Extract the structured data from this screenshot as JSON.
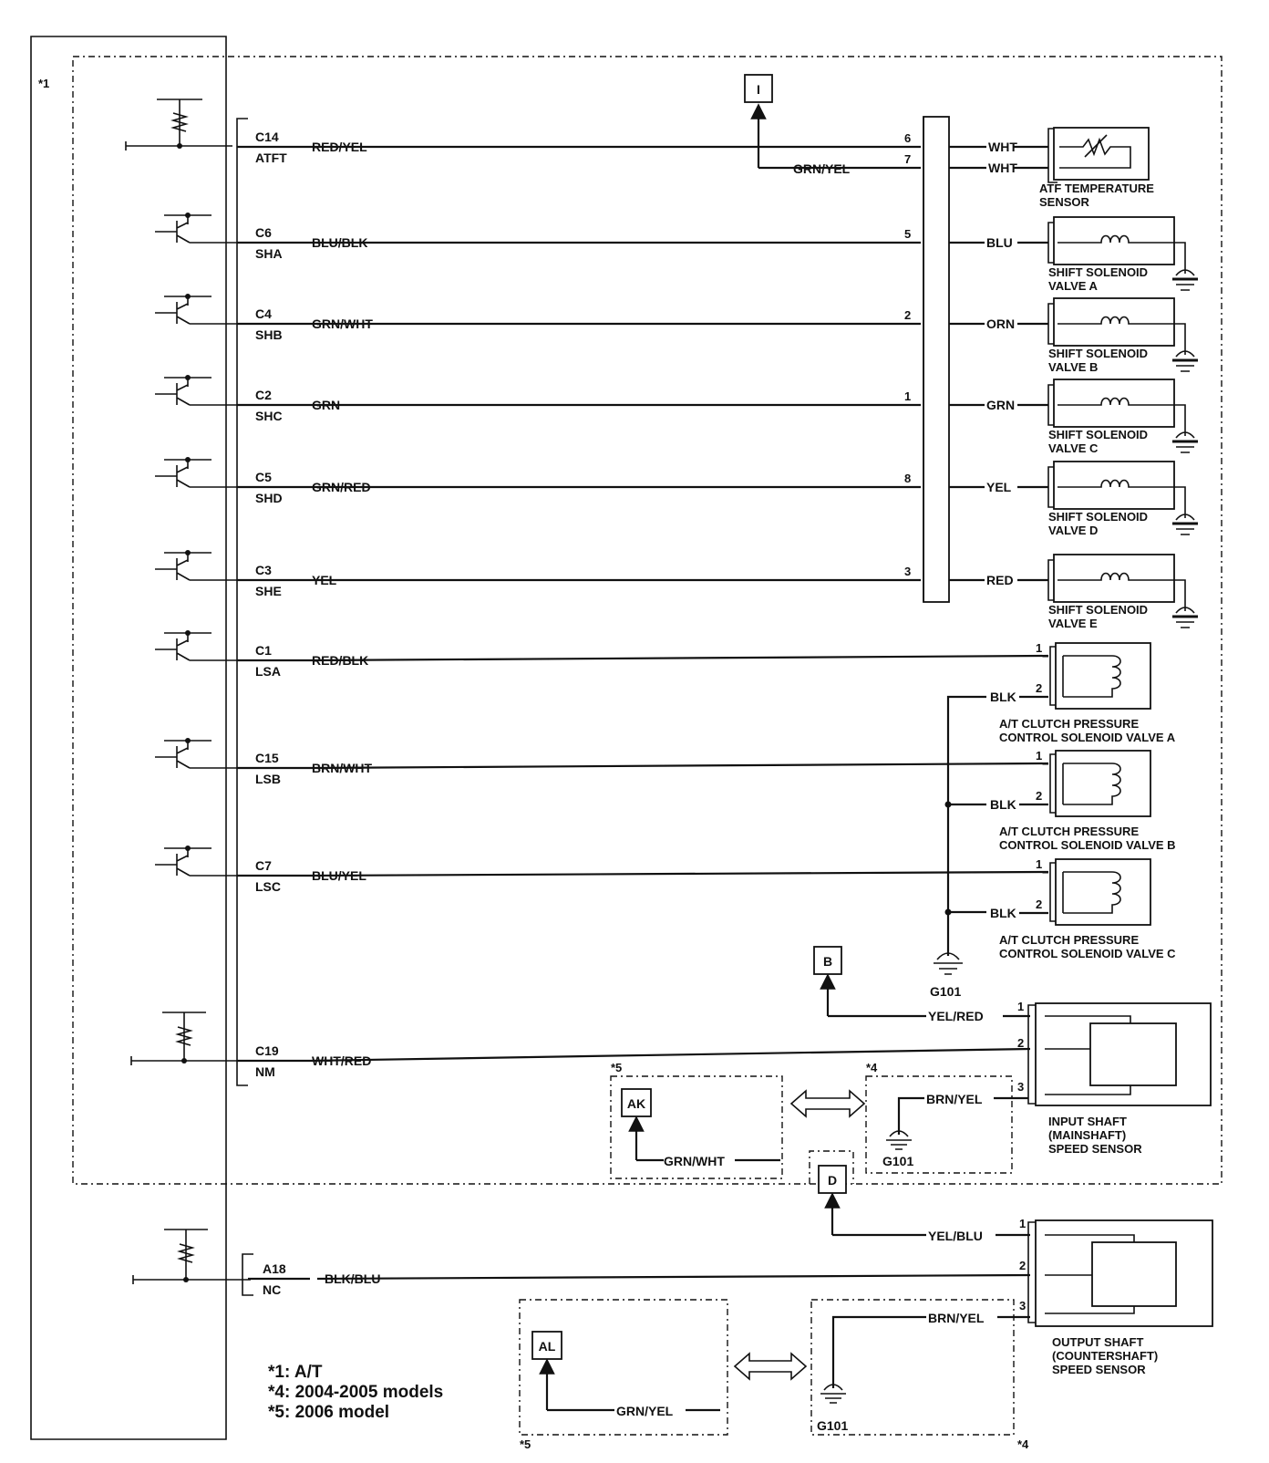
{
  "ecm_note": "*1",
  "pins": [
    {
      "id": "C14",
      "name": "ATFT",
      "wire": "RED/YEL"
    },
    {
      "id": "C6",
      "name": "SHA",
      "wire": "BLU/BLK"
    },
    {
      "id": "C4",
      "name": "SHB",
      "wire": "GRN/WHT"
    },
    {
      "id": "C2",
      "name": "SHC",
      "wire": "GRN"
    },
    {
      "id": "C5",
      "name": "SHD",
      "wire": "GRN/RED"
    },
    {
      "id": "C3",
      "name": "SHE",
      "wire": "YEL"
    },
    {
      "id": "C1",
      "name": "LSA",
      "wire": "RED/BLK"
    },
    {
      "id": "C15",
      "name": "LSB",
      "wire": "BRN/WHT"
    },
    {
      "id": "C7",
      "name": "LSC",
      "wire": "BLU/YEL"
    },
    {
      "id": "C19",
      "name": "NM",
      "wire": "WHT/RED"
    },
    {
      "id": "A18",
      "name": "NC",
      "wire": "BLK/BLU"
    }
  ],
  "connector_pins": [
    "6",
    "7",
    "5",
    "2",
    "1",
    "8",
    "3"
  ],
  "tap_i": {
    "label": "I",
    "wire": "GRN/YEL"
  },
  "atf_sensor": {
    "wire1": "WHT",
    "wire2": "WHT",
    "name_line1": "ATF TEMPERATURE",
    "name_line2": "SENSOR"
  },
  "solenoids": [
    {
      "wire": "BLU",
      "line1": "SHIFT SOLENOID",
      "line2": "VALVE A"
    },
    {
      "wire": "ORN",
      "line1": "SHIFT SOLENOID",
      "line2": "VALVE B"
    },
    {
      "wire": "GRN",
      "line1": "SHIFT SOLENOID",
      "line2": "VALVE C"
    },
    {
      "wire": "YEL",
      "line1": "SHIFT SOLENOID",
      "line2": "VALVE D"
    },
    {
      "wire": "RED",
      "line1": "SHIFT SOLENOID",
      "line2": "VALVE E"
    }
  ],
  "clutch_valves": [
    {
      "pin1": "1",
      "pin2": "2",
      "wire": "BLK",
      "line1": "A/T CLUTCH PRESSURE",
      "line2": "CONTROL SOLENOID VALVE A"
    },
    {
      "pin1": "1",
      "pin2": "2",
      "wire": "BLK",
      "line1": "A/T CLUTCH PRESSURE",
      "line2": "CONTROL SOLENOID VALVE B"
    },
    {
      "pin1": "1",
      "pin2": "2",
      "wire": "BLK",
      "line1": "A/T CLUTCH PRESSURE",
      "line2": "CONTROL SOLENOID VALVE C"
    }
  ],
  "ground_main": "G101",
  "input_sensor": {
    "tap": "B",
    "wire1": "YEL/RED",
    "pin1": "1",
    "pin2": "2",
    "pin3": "3",
    "line1": "INPUT SHAFT",
    "line2": "(MAINSHAFT)",
    "line3": "SPEED SENSOR",
    "alt5": {
      "note": "*5",
      "tap": "AK",
      "wire": "GRN/WHT"
    },
    "alt4": {
      "note": "*4",
      "wire": "BRN/YEL",
      "ground": "G101"
    }
  },
  "output_sensor": {
    "tap": "D",
    "wire1": "YEL/BLU",
    "pin1": "1",
    "pin2": "2",
    "pin3": "3",
    "line1": "OUTPUT SHAFT",
    "line2": "(COUNTERSHAFT)",
    "line3": "SPEED SENSOR",
    "alt5": {
      "note": "*5",
      "tap": "AL",
      "wire": "GRN/YEL"
    },
    "alt4": {
      "note": "*4",
      "wire": "BRN/YEL",
      "ground": "G101"
    }
  },
  "notes": [
    "*1: A/T",
    "*4: 2004-2005 models",
    "*5: 2006 model"
  ]
}
